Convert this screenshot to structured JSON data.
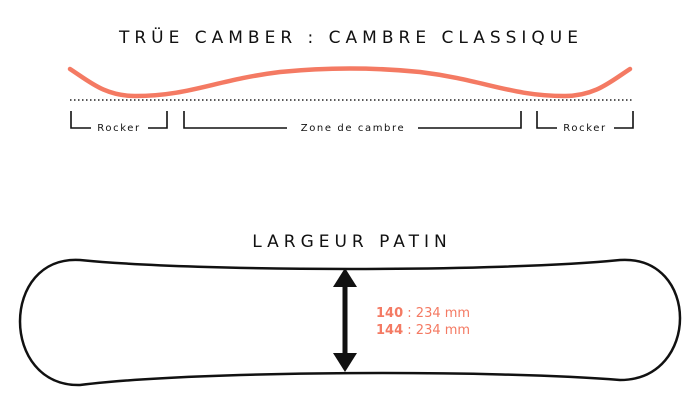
{
  "title_camber": "TRÜE CAMBER : CAMBRE CLASSIQUE",
  "zones": {
    "rocker_left": "Rocker",
    "camber_zone": "Zone de cambre",
    "rocker_right": "Rocker"
  },
  "title_width": "LARGEUR PATIN",
  "widths": [
    {
      "size": "140",
      "separator": " : ",
      "value": "234 mm"
    },
    {
      "size": "144",
      "separator": " : ",
      "value": "234 mm"
    }
  ],
  "colors": {
    "accent": "#f47a63",
    "ink": "#111111"
  },
  "icons": {
    "measure": "double-headed-vertical-arrow"
  }
}
